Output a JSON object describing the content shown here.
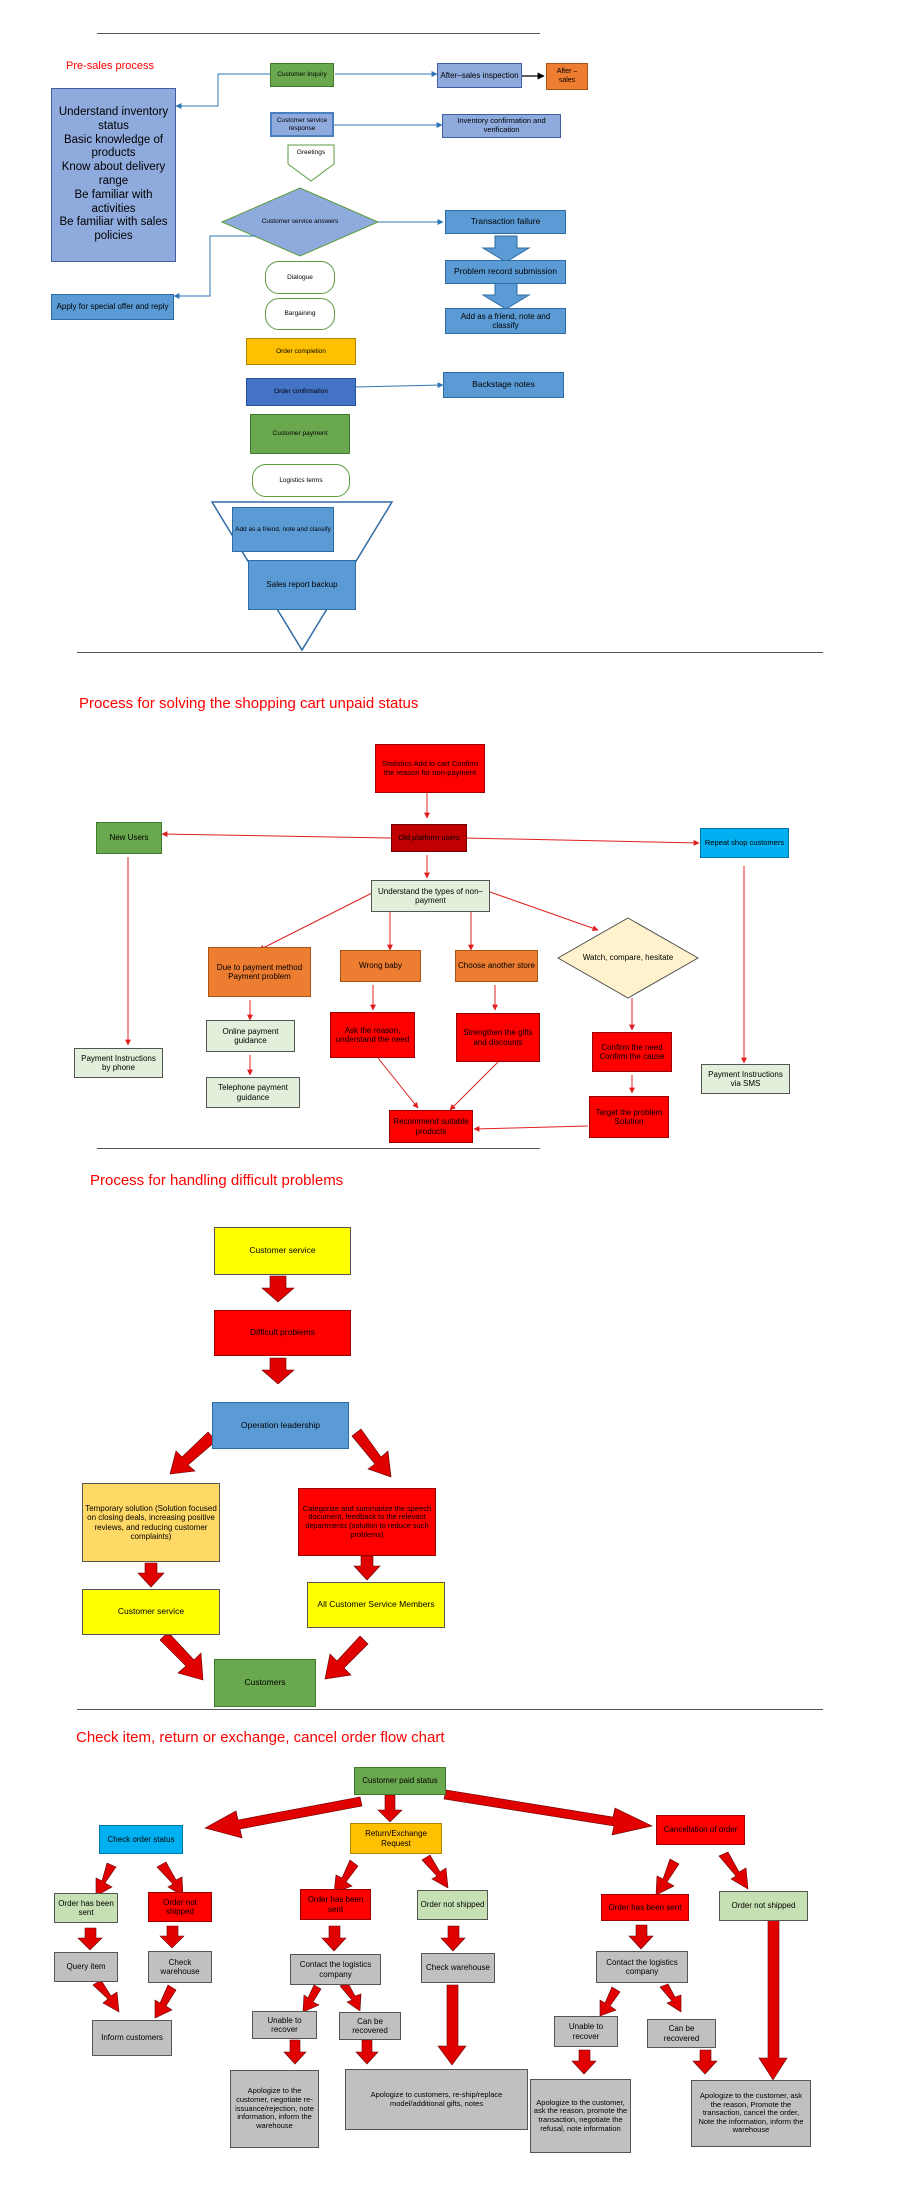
{
  "s1": {
    "title": "Pre-sales process",
    "knowledge": [
      "Understand inventory status",
      "Basic knowledge of products",
      "Know about delivery range",
      "Be familiar with activities",
      "Be familiar with sales policies"
    ],
    "customer_inquiry": "Customer Inquiry",
    "after_sales_inspection": "After–sales inspection",
    "after_sales": "After –sales",
    "cs_response": "Customer service response",
    "inventory_confirmation": "Inventory confirmation and verification",
    "greetings": "Greetings",
    "cs_answers": "Customer service answers",
    "transaction_failure": "Transaction failure",
    "problem_record": "Problem record submission",
    "add_friend_right": "Add as a friend, note and classify",
    "special_offer": "Apply for special offer and reply",
    "dialogue": "Dialogue",
    "bargaining": "Bargaining",
    "order_completion": "Order completion",
    "order_confirmation": "Order confirmation",
    "backstage_notes": "Backstage notes",
    "customer_payment": "Customer payment",
    "logistics_terms": "Logistics terms",
    "add_friend_funnel": "Add as a friend, note and classify",
    "sales_report": "Sales report backup"
  },
  "s2": {
    "title": "Process for solving the shopping cart unpaid status",
    "statistics": "Statistics Add to cart Confirm the reason for non-payment",
    "old_users": "Old platform users",
    "new_users": "New Users",
    "repeat_customers": "Repeat shop customers",
    "understand_types": "Understand the types of non–payment",
    "payment_method": "Due to payment method Payment problem",
    "wrong_baby": "Wrong baby",
    "another_store": "Choose another store",
    "watch_compare": "Watch, compare, hesitate",
    "online_guidance": "Online payment guidance",
    "telephone_guidance": "Telephone payment guidance",
    "ask_reason": "Ask the reason, understand the need",
    "strengthen_gifts": "Strengthen the gifts and discounts",
    "confirm_need": "Confirm the need Confirm the cause",
    "target_problem": "Target the problem Solution",
    "recommend": "Recommend suitable products",
    "phone_instructions": "Payment Instructions by phone",
    "sms_instructions": "Payment Instructions via SMS"
  },
  "s3": {
    "title": "Process for handling difficult problems",
    "customer_service_top": "Customer service",
    "difficult_problems": "Difficult problems",
    "operation_leadership": "Operation leadership",
    "temporary_solution": "Temporary solution (Solution focused on closing deals, increasing positive reviews, and reducing customer complaints)",
    "categorize": "Categorize and summarize the speech document, feedback to the relevant departments (solution to reduce such problems)",
    "customer_service_left": "Customer service",
    "all_members": "All Customer Service Members",
    "customers": "Customers"
  },
  "s4": {
    "title": "Check item, return or exchange, cancel order flow chart",
    "customer_paid": "Customer paid status",
    "check_status": "Check order status",
    "return_request": "Return/Exchange Request",
    "cancellation": "Cancellation of order",
    "l_sent": "Order has been sent",
    "l_not_shipped": "Order not shipped",
    "query_item": "Query item",
    "check_warehouse_l": "Check warehouse",
    "inform": "Inform customers",
    "m_sent": "Order has been sent",
    "m_not_shipped": "Order not shipped",
    "m_contact": "Contact the logistics company",
    "m_check_warehouse": "Check warehouse",
    "m_unable": "Unable to recover",
    "m_can": "Can be recovered",
    "m_apologize_reissue": "Apologize to the customer, negotiate re-issuance/rejection, note information, inform the warehouse",
    "m_apologize_reship": "Apologize to customers, re-ship/replace model/additional gifts, notes",
    "r_sent": "Order has been sent",
    "r_not_shipped": "Order not shipped",
    "r_contact": "Contact the logistics company",
    "r_unable": "Unable to recover",
    "r_can": "Can be recovered",
    "r_apologize_refusal": "Apologize to the customer, ask the reason, promote the transaction, negotiate the refusal, note information",
    "r_apologize_cancel": "Apologize to the customer, ask the reason, Promote the transaction, cancel the order, Note the information, inform the warehouse"
  }
}
